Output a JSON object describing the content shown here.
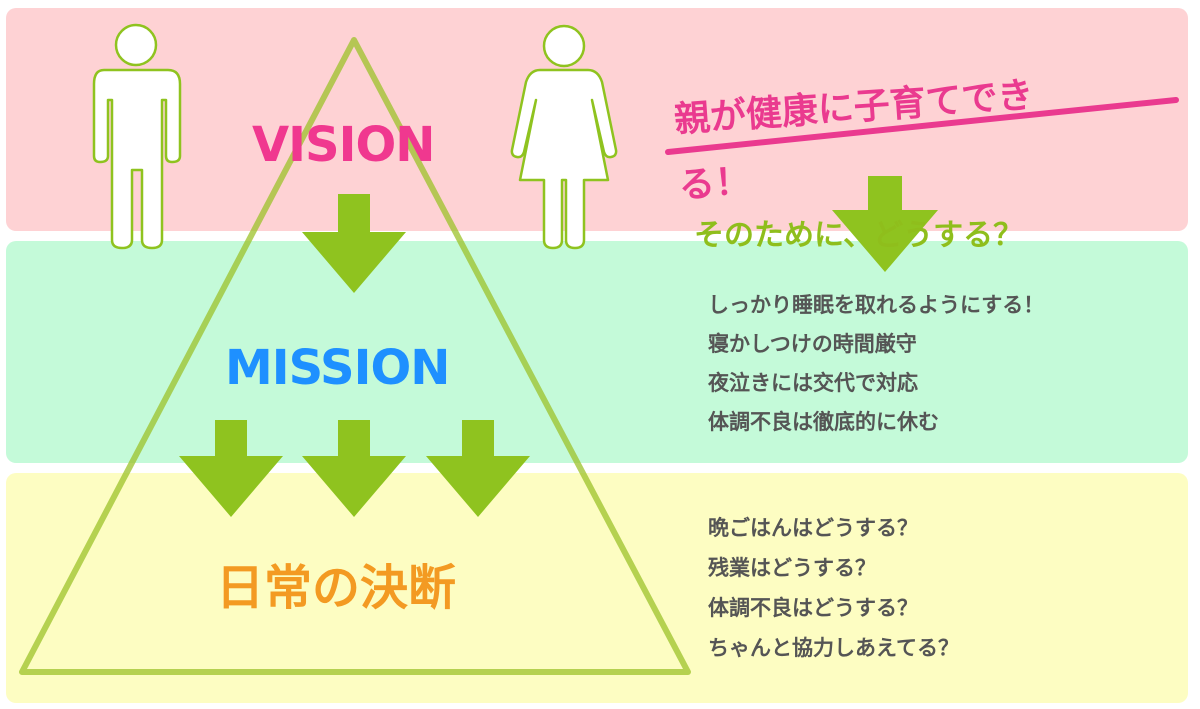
{
  "vision": {
    "label": "VISION",
    "statement": "親が健康に子育てできる！",
    "question": "そのために、どうする？"
  },
  "mission": {
    "label": "MISSION",
    "items": [
      "しっかり睡眠を取れるようにする！",
      "寝かしつけの時間厳守",
      "夜泣きには交代で対応",
      "体調不良は徹底的に休む"
    ]
  },
  "daily": {
    "label": "日常の決断",
    "items": [
      "晩ごはんはどうする？",
      "残業はどうする？",
      "体調不良はどうする？",
      "ちゃんと協力しあえてる？"
    ]
  },
  "colors": {
    "vision_band": "#fed2d4",
    "mission_band": "#c4fad9",
    "daily_band": "#fdfdc2",
    "vision_text": "#f0388f",
    "mission_text": "#1e90ff",
    "daily_text": "#f39a22",
    "accent_green": "#8fc31f"
  },
  "icons": [
    "man-icon",
    "woman-icon",
    "pyramid-triangle",
    "down-arrow-icon"
  ]
}
